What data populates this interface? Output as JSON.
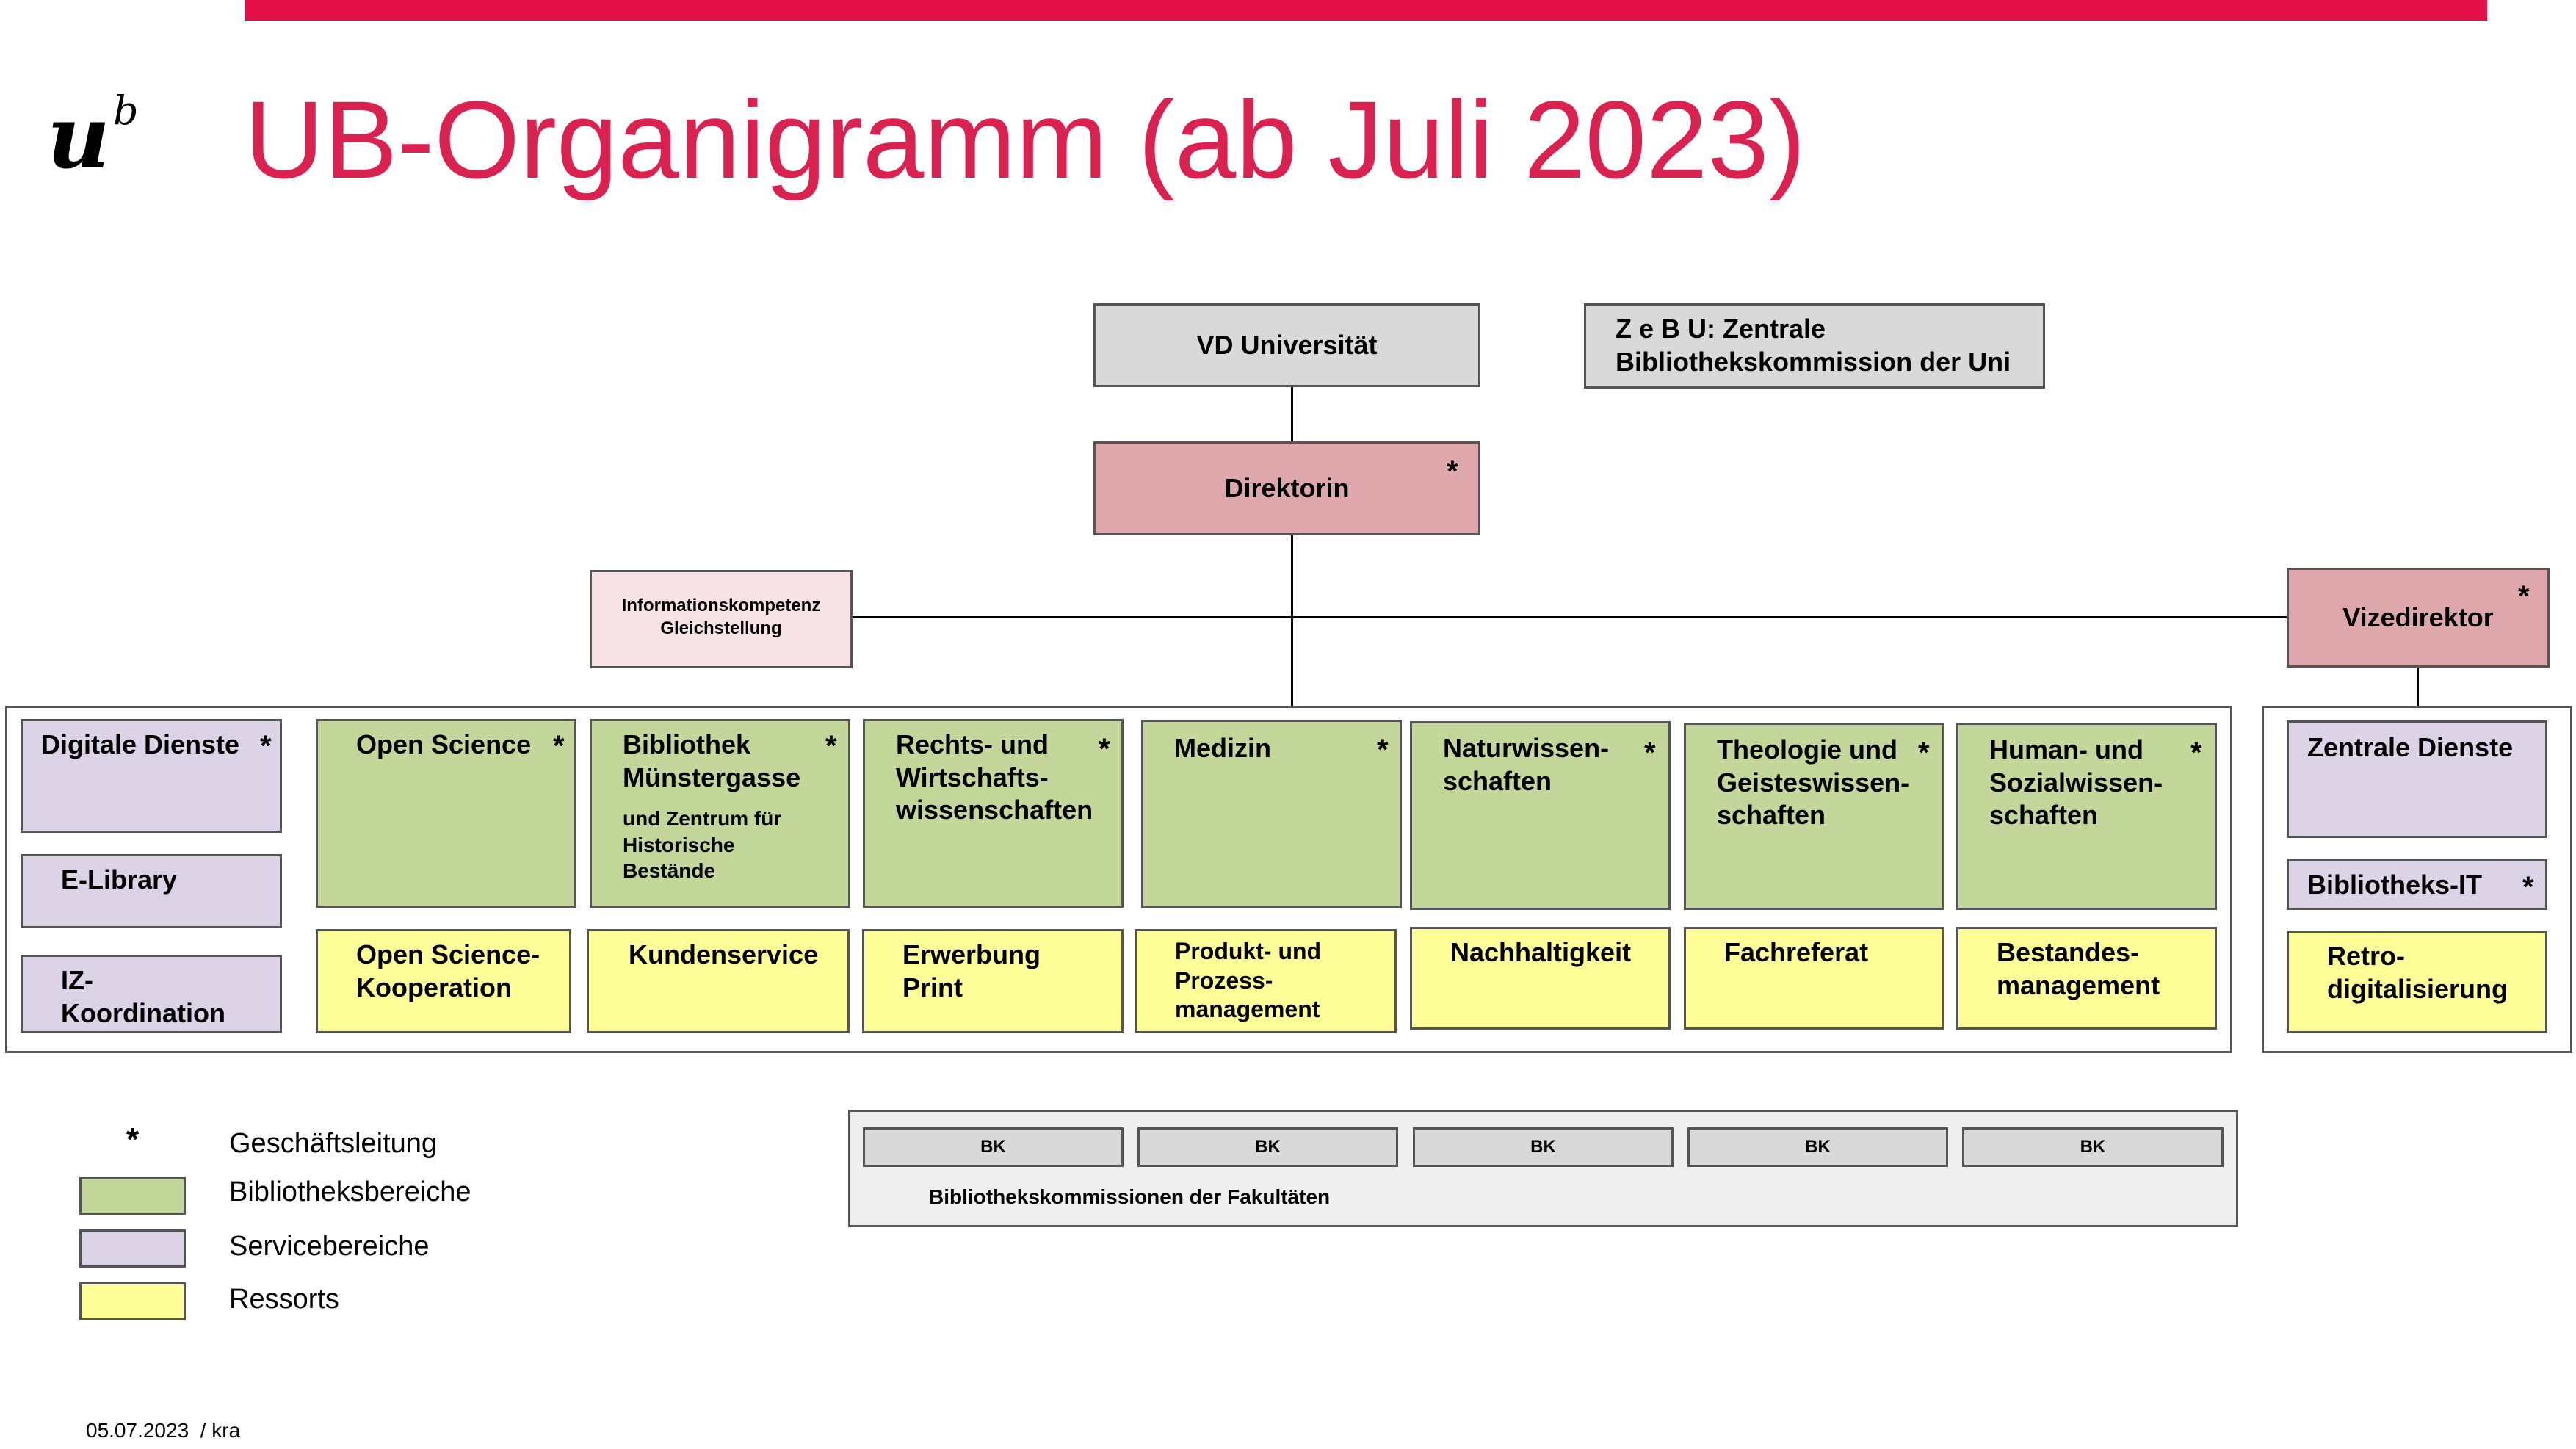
{
  "title": "UB-Organigramm (ab Juli 2023)",
  "logo": {
    "main": "u",
    "sup": "b"
  },
  "top": {
    "vd": "VD Universität",
    "zebu_line1": "Z e B U: Zentrale",
    "zebu_line2": "Bibliothekskommission der Uni",
    "direktorin": "Direktorin",
    "info_line1": "Informationskompetenz",
    "info_line2": "Gleichstellung",
    "vizedirektor": "Vizedirektor"
  },
  "star": "*",
  "left_services": [
    {
      "label": "Digitale Dienste"
    },
    {
      "label": "E-Library"
    },
    {
      "line1": "IZ-",
      "line2": "Koordination"
    }
  ],
  "areas": [
    {
      "lines": [
        "Open Science"
      ]
    },
    {
      "lines": [
        "Bibliothek",
        "Münstergasse"
      ],
      "sub": [
        "und Zentrum für",
        "Historische",
        "Bestände"
      ]
    },
    {
      "lines": [
        "Rechts- und",
        "Wirtschafts-",
        "wissenschaften"
      ]
    },
    {
      "lines": [
        "Medizin"
      ]
    },
    {
      "lines": [
        "Naturwissen-",
        "schaften"
      ]
    },
    {
      "lines": [
        "Theologie und",
        "Geisteswissen-",
        "schaften"
      ]
    },
    {
      "lines": [
        "Human- und",
        "Sozialwissen-",
        "schaften"
      ]
    }
  ],
  "ressorts": [
    {
      "lines": [
        "Open Science-",
        "Kooperation"
      ]
    },
    {
      "lines": [
        "Kundenservice"
      ]
    },
    {
      "lines": [
        "Erwerbung",
        "Print"
      ]
    },
    {
      "lines": [
        "Produkt- und",
        "Prozess-",
        "management"
      ]
    },
    {
      "lines": [
        "Nachhaltigkeit"
      ]
    },
    {
      "lines": [
        "Fachreferat"
      ]
    },
    {
      "lines": [
        "Bestandes-",
        "management"
      ]
    }
  ],
  "right_services": {
    "zentrale": "Zentrale Dienste",
    "it": "Bibliotheks-IT",
    "retro_line1": "Retro-",
    "retro_line2": "digitalisierung"
  },
  "bk": {
    "labels": [
      "BK",
      "BK",
      "BK",
      "BK",
      "BK"
    ],
    "caption": "Bibliothekskommissionen der Fakultäten"
  },
  "legend": [
    {
      "symbol": "*",
      "label": "Geschäftsleitung"
    },
    {
      "color": "#c4d79b",
      "label": "Bibliotheksbereiche"
    },
    {
      "color": "#dcd3e6",
      "label": "Servicebereiche"
    },
    {
      "color": "#ffff99",
      "label": "Ressorts"
    }
  ],
  "footer": "05.07.2023  / kra",
  "colors": {
    "accent_red": "#e30f47",
    "title_red": "#d9224f",
    "green": "#c4d79b",
    "purple": "#dcd3e6",
    "yellow": "#ffff99",
    "grey": "#d9d9d9",
    "pink": "#dea7ab",
    "light_pink": "#f7e3e5"
  }
}
